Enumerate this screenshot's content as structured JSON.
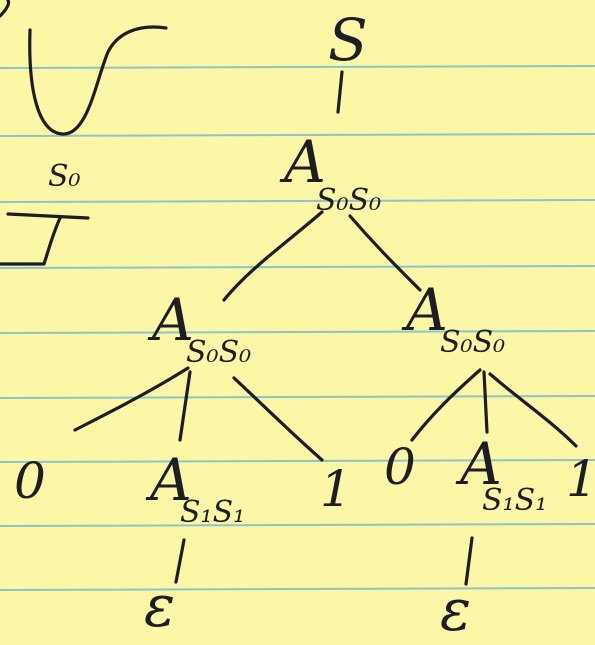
{
  "diagram": {
    "root": "S",
    "level1": {
      "symbol": "A",
      "subscript": "S₀S₀"
    },
    "left": {
      "symbol": "A",
      "subscript": "S₀S₀",
      "left_terminal": "0",
      "middle": {
        "symbol": "A",
        "subscript": "S₁S₁",
        "child": "ε"
      },
      "right_terminal": "1"
    },
    "right": {
      "symbol": "A",
      "subscript": "S₀S₀",
      "left_terminal": "0",
      "middle": {
        "symbol": "A",
        "subscript": "S₁S₁",
        "child": "ε"
      },
      "right_terminal": "1"
    }
  },
  "margin_sketch": {
    "state_label": "S₀"
  },
  "colors": {
    "paper": "#fbf7a6",
    "rule": "#8fc3c9",
    "ink": "#1d1d24"
  }
}
